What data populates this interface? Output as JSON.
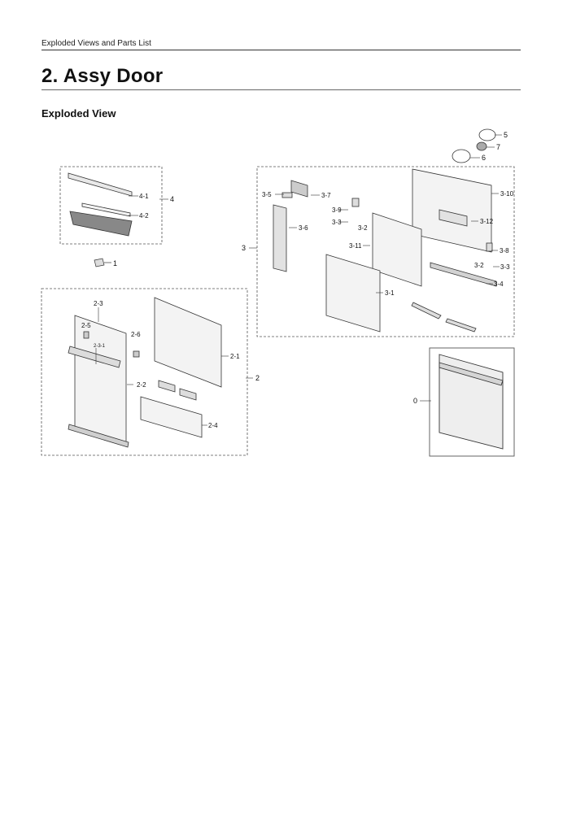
{
  "header": {
    "text": "Exploded Views and Parts List"
  },
  "title": {
    "text": "2.  Assy Door"
  },
  "subtitle": {
    "text": "Exploded View"
  },
  "callouts": {
    "c0": "0",
    "c1": "1",
    "c2": "2",
    "c3": "3",
    "c4": "4",
    "c5": "5",
    "c6": "6",
    "c7": "7",
    "c2_1": "2-1",
    "c2_2": "2-2",
    "c2_3": "2-3",
    "c2_3_1": "2-3-1",
    "c2_4": "2-4",
    "c2_5": "2-5",
    "c2_6": "2-6",
    "c3_1": "3-1",
    "c3_2a": "3-2",
    "c3_2b": "3-2",
    "c3_3a": "3-3",
    "c3_3b": "3-3",
    "c3_4": "3-4",
    "c3_5": "3-5",
    "c3_6": "3-6",
    "c3_7": "3-7",
    "c3_8": "3-8",
    "c3_9": "3-9",
    "c3_10": "3-10",
    "c3_11": "3-11",
    "c3_12": "3-12",
    "c4_1": "4-1",
    "c4_2": "4-2"
  }
}
